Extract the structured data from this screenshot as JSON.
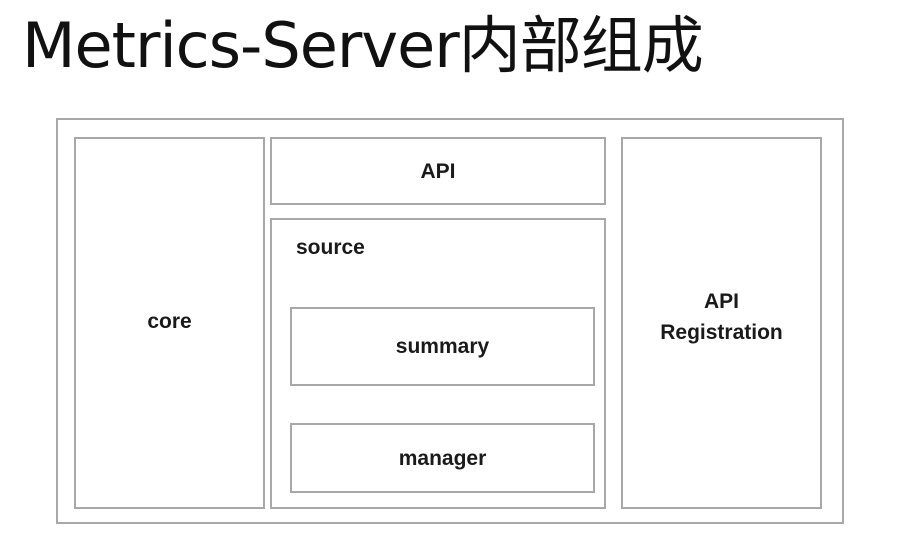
{
  "title": "Metrics-Server内部组成",
  "diagram": {
    "core": "core",
    "api": "API",
    "source": "source",
    "summary": "summary",
    "manager": "manager",
    "api_registration_line1": "API",
    "api_registration_line2": "Registration"
  }
}
